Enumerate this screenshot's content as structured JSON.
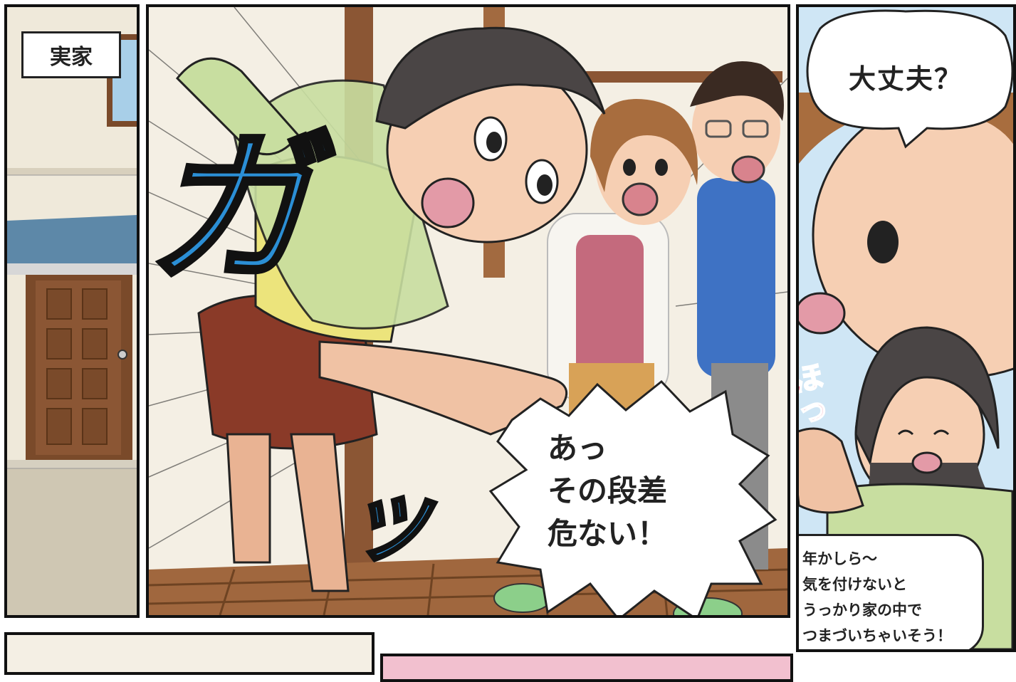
{
  "panel1": {
    "location_caption": "実家"
  },
  "panel2": {
    "sfx_bump": "ガ",
    "sfx_trip": "ッ",
    "speech": [
      "あっ",
      "その段差",
      "危ない！"
    ]
  },
  "panel3": {
    "speech": "大丈夫？",
    "sfx_relief": "ほっ",
    "thought": [
      "年かしら～",
      "気を付けないと",
      "うっかり家の中で",
      "つまづいちゃいそう！"
    ]
  },
  "colors": {
    "ink": "#111111",
    "sfx_blue": "#2b8fd6",
    "sfx_pink": "#e0476b",
    "wall": "#efe9da",
    "floor": "#a0673e",
    "sky": "#cfe6f5"
  }
}
